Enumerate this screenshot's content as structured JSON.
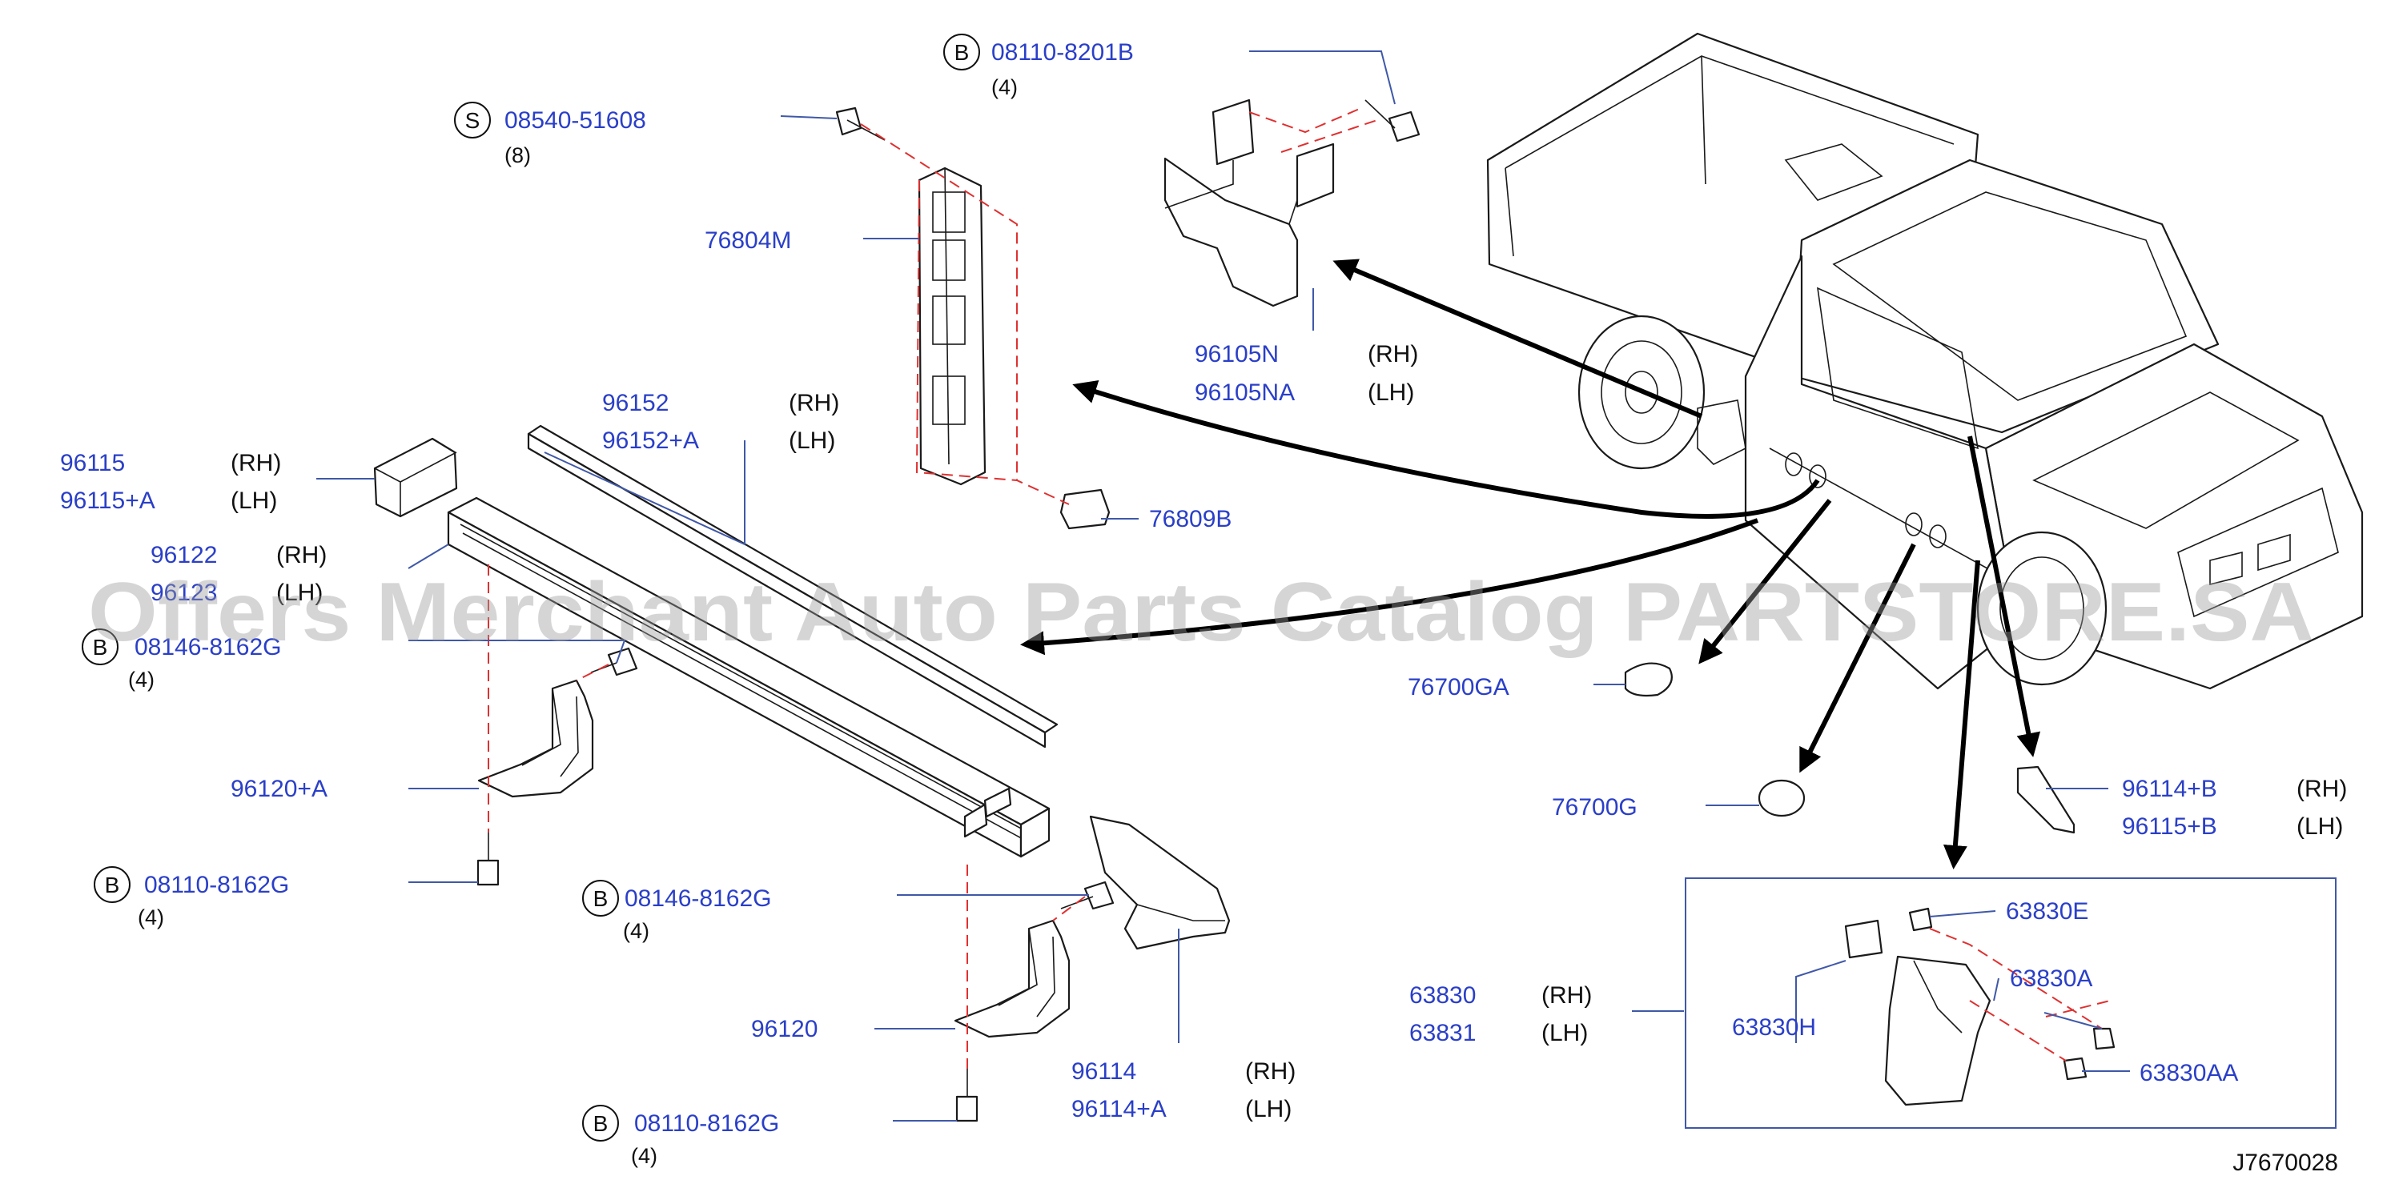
{
  "diagram": {
    "reference_code": "J7670028",
    "watermark": "Offers Merchant Auto Parts Catalog PARTSTORE.SA",
    "labels": [
      {
        "key": "l96115",
        "text": "96115"
      },
      {
        "key": "l96115a",
        "text": "96115+A"
      },
      {
        "key": "l96122",
        "text": "96122"
      },
      {
        "key": "l96123",
        "text": "96123"
      },
      {
        "key": "l08146a",
        "text": "08146-8162G"
      },
      {
        "key": "l96120a",
        "text": "96120+A"
      },
      {
        "key": "l08110a",
        "text": "08110-8162G"
      },
      {
        "key": "l08146b",
        "text": "08146-8162G"
      },
      {
        "key": "l96120",
        "text": "96120"
      },
      {
        "key": "l08110b",
        "text": "08110-8162G"
      },
      {
        "key": "l96114",
        "text": "96114"
      },
      {
        "key": "l96114a",
        "text": "96114+A"
      },
      {
        "key": "l08540",
        "text": "08540-51608"
      },
      {
        "key": "l76804m",
        "text": "76804M"
      },
      {
        "key": "l96152",
        "text": "96152"
      },
      {
        "key": "l96152a",
        "text": "96152+A"
      },
      {
        "key": "l76809b",
        "text": "76809B"
      },
      {
        "key": "l08110c",
        "text": "08110-8201B"
      },
      {
        "key": "l96105n",
        "text": "96105N"
      },
      {
        "key": "l96105na",
        "text": "96105NA"
      },
      {
        "key": "l76700ga",
        "text": "76700GA"
      },
      {
        "key": "l76700g",
        "text": "76700G"
      },
      {
        "key": "l96114b",
        "text": "96114+B"
      },
      {
        "key": "l96115b",
        "text": "96115+B"
      },
      {
        "key": "l63830",
        "text": "63830"
      },
      {
        "key": "l63831",
        "text": "63831"
      },
      {
        "key": "l63830h",
        "text": "63830H"
      },
      {
        "key": "l63830e",
        "text": "63830E"
      },
      {
        "key": "l63830a",
        "text": "63830A"
      },
      {
        "key": "l63830aa",
        "text": "63830AA"
      }
    ],
    "sides": {
      "rh": "(RH)",
      "lh": "(LH)"
    },
    "quantities": {
      "q4": "(4)",
      "q8": "(8)"
    },
    "prefixes": {
      "b": "B",
      "s": "S"
    }
  }
}
